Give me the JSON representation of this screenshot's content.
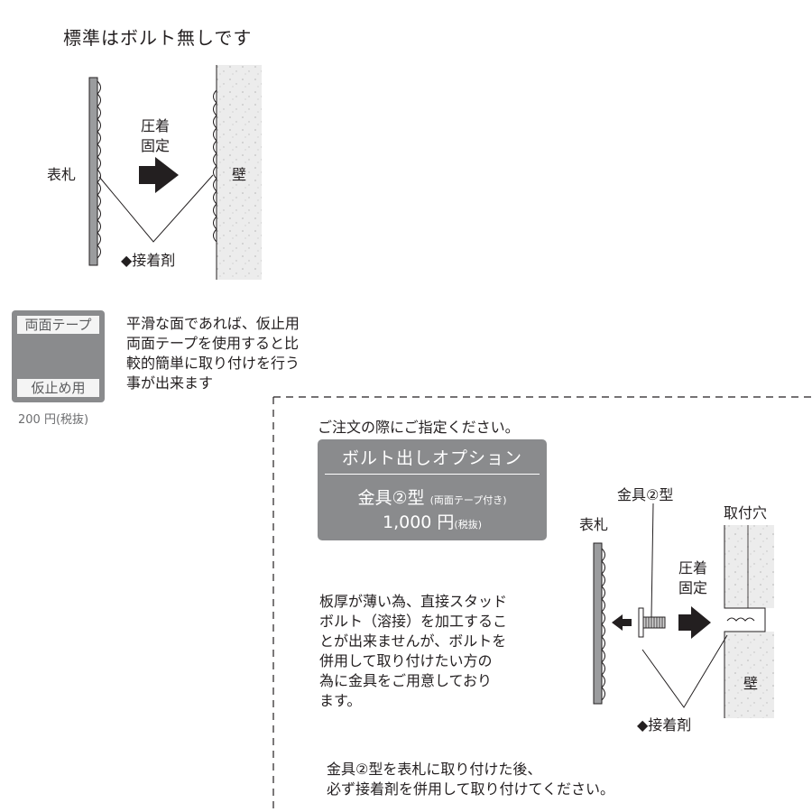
{
  "top": {
    "title": "標準はボルト無しです",
    "label_plate": "表札",
    "label_press_1": "圧着",
    "label_press_2": "固定",
    "label_wall": "壁",
    "label_adhesive": "◆接着剤"
  },
  "tape": {
    "badge_top": "両面テープ",
    "badge_bottom": "仮止め用",
    "price": "200 円(税抜)",
    "desc": [
      "平滑な面であれば、仮止用",
      "両面テープを使用すると比",
      "較的簡単に取り付けを行う",
      "事が出来ます"
    ]
  },
  "option": {
    "note": "ご注文の際にご指定ください。",
    "title": "ボルト出しオプション",
    "item_name": "金具②型",
    "item_note": "(両面テープ付き)",
    "price": "1,000 円",
    "price_note": "(税抜)"
  },
  "bottom": {
    "desc": [
      "板厚が薄い為、直接スタッド",
      "ボルト（溶接）を加工するこ",
      "とが出来ませんが、ボルトを",
      "併用して取り付けたい方の",
      "為に金具をご用意しており",
      "ます。"
    ],
    "label_bracket": "金具②型",
    "label_hole": "取付穴",
    "label_plate": "表札",
    "label_press_1": "圧着",
    "label_press_2": "固定",
    "label_wall": "壁",
    "label_adhesive": "◆接着剤",
    "footer": [
      "金具②型を表札に取り付けた後、",
      "必ず接着剤を併用して取り付けてください。"
    ]
  },
  "colors": {
    "ink": "#231f20",
    "plate": "#9b9c9e",
    "wall": "#ececec",
    "badge": "#8a8b8d"
  }
}
